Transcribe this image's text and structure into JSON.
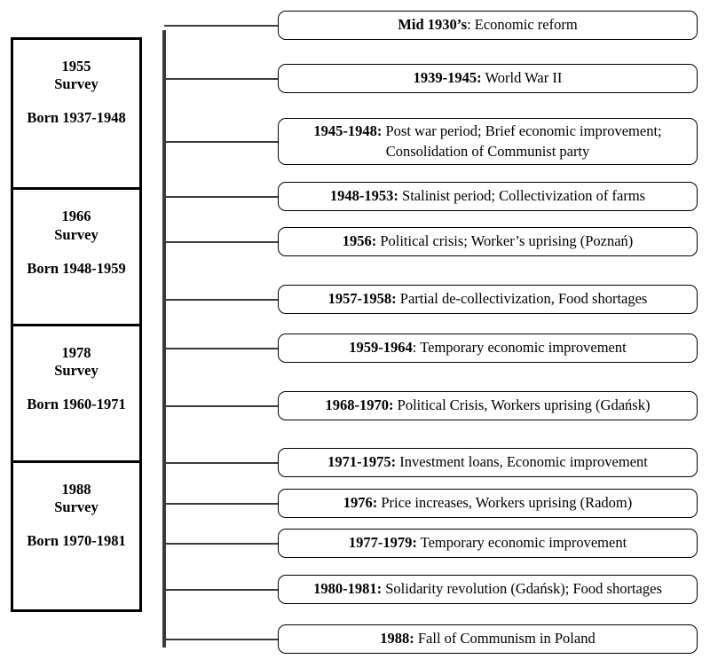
{
  "diagram": {
    "title": "Polish historical timeline with survey cohorts",
    "line_color": "#3a3a3a",
    "box_border_color": "#000000",
    "background": "#ffffff"
  },
  "surveys": [
    {
      "year": "1955",
      "label": "Survey",
      "born": "Born 1937-1948"
    },
    {
      "year": "1966",
      "label": "Survey",
      "born": "Born 1948-1959"
    },
    {
      "year": "1978",
      "label": "Survey",
      "born": "Born 1960-1971"
    },
    {
      "year": "1988",
      "label": "Survey",
      "born": "Born 1970-1981"
    }
  ],
  "events": [
    {
      "period": "Mid 1930’s",
      "separator": ":",
      "bold_separator": false,
      "description": " Economic reform"
    },
    {
      "period": "1939-1945",
      "separator": ":",
      "bold_separator": true,
      "description": " World War II"
    },
    {
      "period": "1945-1948",
      "separator": ":",
      "bold_separator": true,
      "description": " Post war period; Brief economic improvement; Consolidation of Communist party"
    },
    {
      "period": "1948-1953",
      "separator": ":",
      "bold_separator": true,
      "description": " Stalinist period; Collectivization of farms"
    },
    {
      "period": "1956",
      "separator": ":",
      "bold_separator": true,
      "description": " Political crisis; Worker’s uprising (Poznań)"
    },
    {
      "period": "1957-1958",
      "separator": ":",
      "bold_separator": true,
      "description": " Partial de-collectivization, Food shortages"
    },
    {
      "period": "1959-1964",
      "separator": ":",
      "bold_separator": false,
      "description": " Temporary economic improvement"
    },
    {
      "period": "1968-1970",
      "separator": ":",
      "bold_separator": true,
      "description": " Political Crisis, Workers uprising (Gdańsk)"
    },
    {
      "period": "1971-1975",
      "separator": ":",
      "bold_separator": true,
      "description": " Investment loans, Economic improvement"
    },
    {
      "period": "1976",
      "separator": ":",
      "bold_separator": true,
      "description": " Price increases, Workers uprising (Radom)"
    },
    {
      "period": "1977-1979",
      "separator": ":",
      "bold_separator": true,
      "description": " Temporary economic improvement"
    },
    {
      "period": "1980-1981",
      "separator": ":",
      "bold_separator": true,
      "description": " Solidarity revolution (Gdańsk); Food shortages"
    },
    {
      "period": "1988",
      "separator": ":",
      "bold_separator": true,
      "description": " Fall of Communism in Poland"
    }
  ],
  "layout": {
    "survey_cell_heights": [
      171,
      155,
      155,
      167
    ],
    "event_box_tops": [
      12,
      72,
      133,
      205,
      256,
      321,
      376,
      441,
      505,
      551,
      596,
      648,
      704
    ],
    "event_box_heights": [
      33,
      33,
      53,
      33,
      33,
      33,
      33,
      33,
      33,
      33,
      33,
      33,
      33
    ]
  }
}
